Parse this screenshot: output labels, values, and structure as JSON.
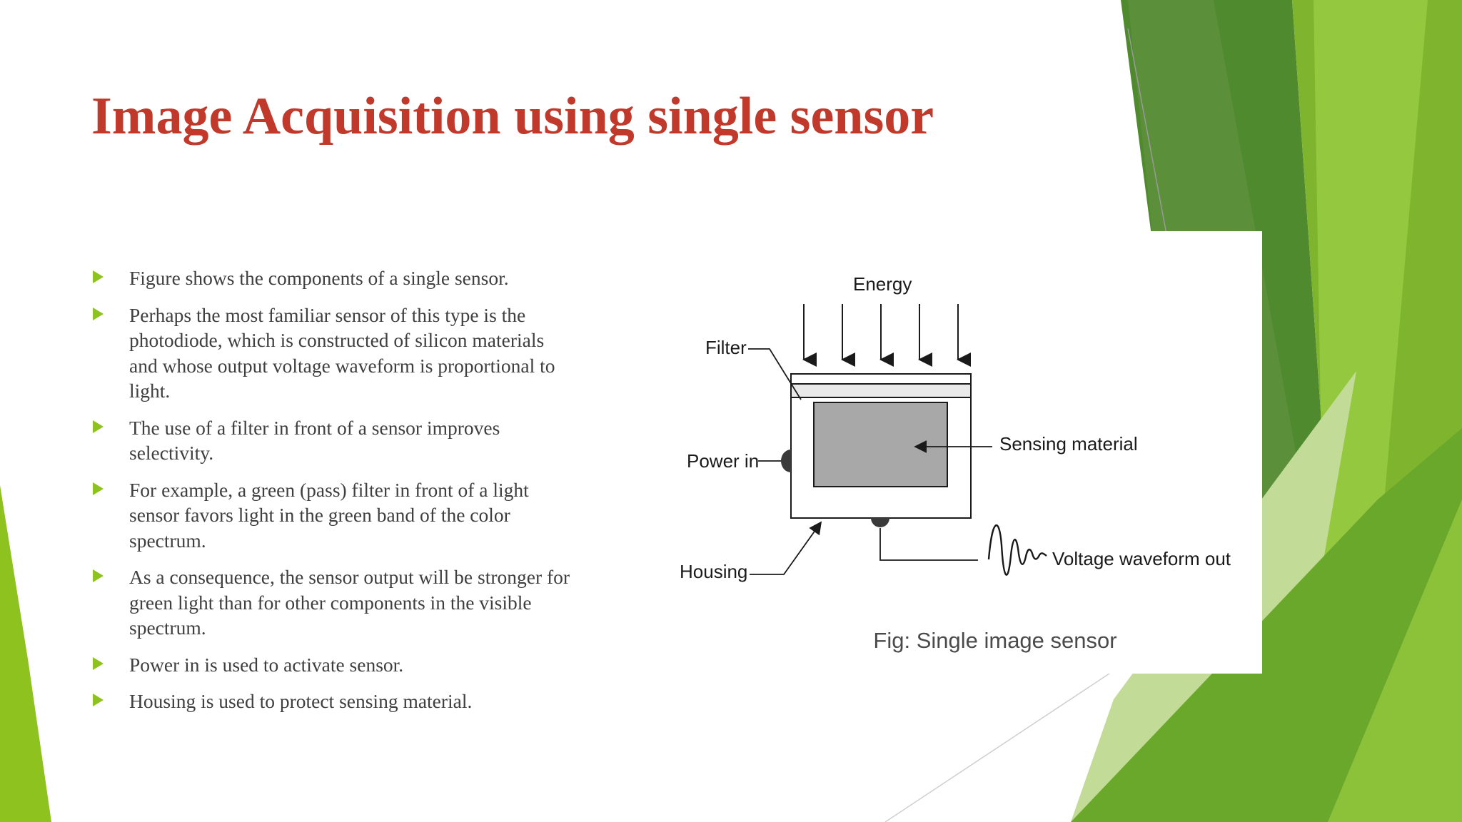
{
  "slide": {
    "title": "Image Acquisition using single sensor",
    "bullets": [
      "Figure shows the components of a single sensor.",
      "Perhaps the most familiar sensor of this type is the photodiode, which is constructed of silicon materials and whose output voltage waveform is proportional to light.",
      "The use of a filter in front of a sensor improves selectivity.",
      "For example, a green (pass) filter in front of a light sensor favors light in the green band of the color spectrum.",
      "As a consequence, the sensor output will be stronger for green light than for other components in the visible spectrum.",
      "Power in is used to activate sensor.",
      "Housing is used to protect sensing material."
    ]
  },
  "figure": {
    "labels": {
      "energy": "Energy",
      "filter": "Filter",
      "power_in": "Power in",
      "housing": "Housing",
      "sensing_material": "Sensing material",
      "voltage_out": "Voltage waveform out"
    },
    "caption": "Fig: Single image sensor"
  },
  "colors": {
    "title": "#c0392b",
    "bullet_marker": "#8dc21f",
    "theme_green_light": "#8dc21f",
    "theme_green_mid": "#6aa82b",
    "theme_green_dark": "#4f8a2e"
  }
}
